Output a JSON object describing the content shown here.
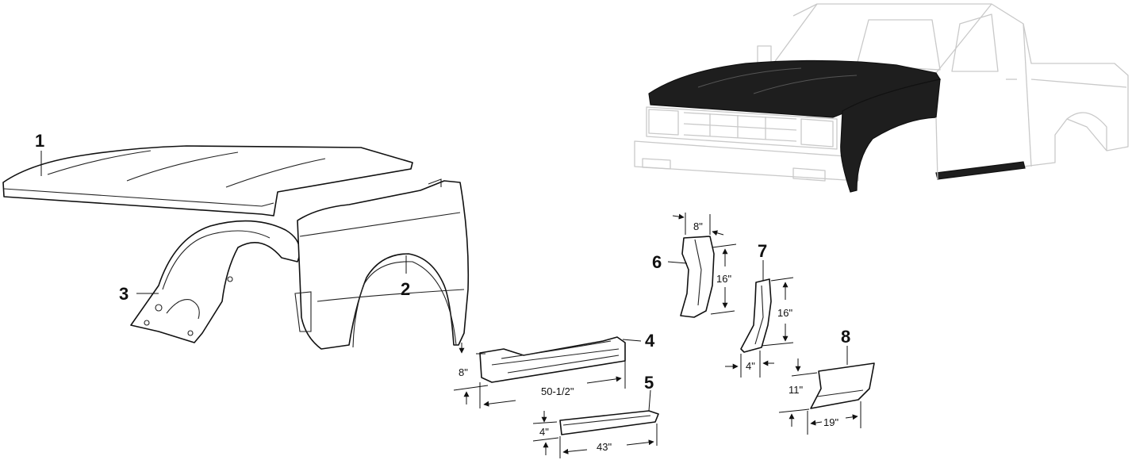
{
  "diagram": {
    "callouts": [
      {
        "id": "1",
        "label": "1"
      },
      {
        "id": "2",
        "label": "2"
      },
      {
        "id": "3",
        "label": "3"
      },
      {
        "id": "4",
        "label": "4"
      },
      {
        "id": "5",
        "label": "5"
      },
      {
        "id": "6",
        "label": "6"
      },
      {
        "id": "7",
        "label": "7"
      },
      {
        "id": "8",
        "label": "8"
      }
    ],
    "dimensions": {
      "part4_height": "8\"",
      "part4_length": "50-1/2\"",
      "part5_height": "4\"",
      "part5_length": "43\"",
      "part6_width": "8\"",
      "part6_height": "16\"",
      "part7_height": "16\"",
      "part7_width": "4\"",
      "part8_height": "11\"",
      "part8_length": "19\""
    }
  }
}
